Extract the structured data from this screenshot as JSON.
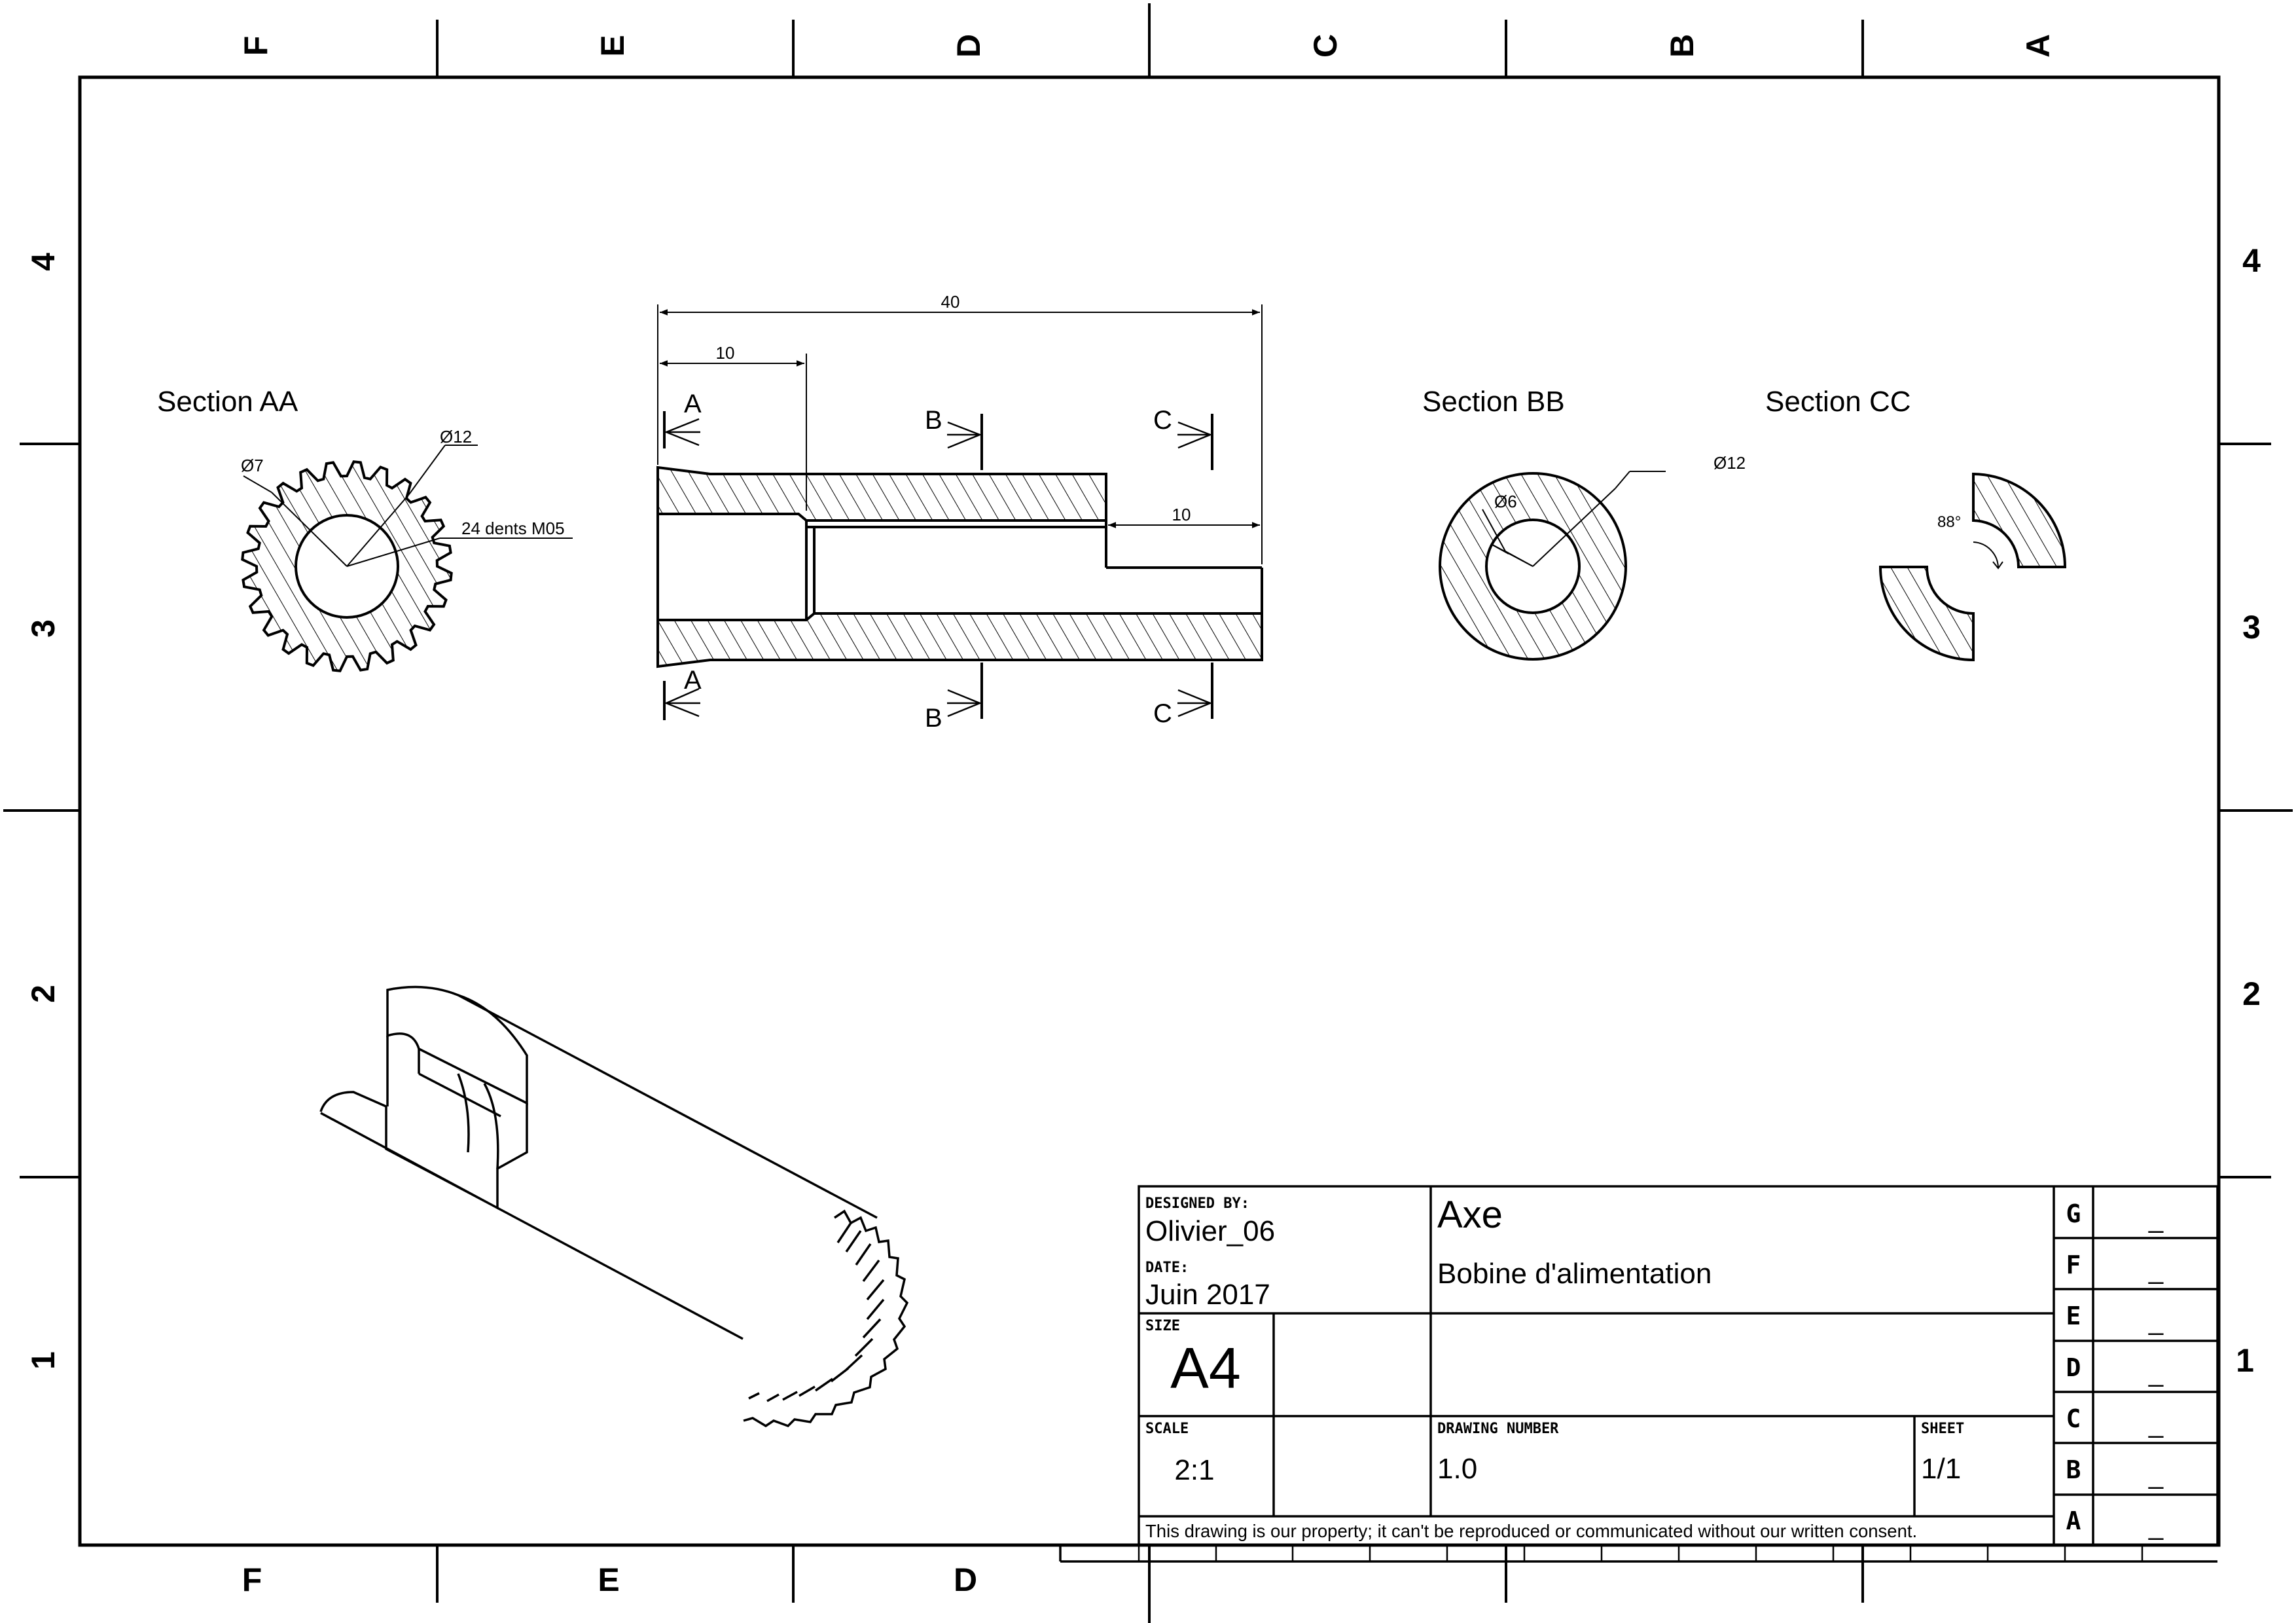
{
  "frame": {
    "zones_letters": [
      "F",
      "E",
      "D",
      "C",
      "B",
      "A"
    ],
    "zones_numbers": [
      "4",
      "3",
      "2",
      "1"
    ]
  },
  "views": {
    "section_aa": {
      "title": "Section AA",
      "dia_outer": "Ø12",
      "dia_inner": "Ø7",
      "teeth": "24 dents M05"
    },
    "section_bb": {
      "title": "Section BB",
      "dia_outer": "Ø12",
      "dia_inner": "Ø6"
    },
    "section_cc": {
      "title": "Section CC",
      "angle": "88°"
    },
    "side": {
      "dim_total": "40",
      "dim_left": "10",
      "dim_right": "10",
      "cut_a": "A",
      "cut_b": "B",
      "cut_c": "C"
    }
  },
  "title_block": {
    "designed_by_label": "DESIGNED BY:",
    "designed_by": "Olivier_06",
    "date_label": "DATE:",
    "date": "Juin 2017",
    "size_label": "SIZE",
    "size": "A4",
    "scale_label": "SCALE",
    "scale": "2:1",
    "title": "Axe",
    "subtitle": "Bobine d'alimentation",
    "drawing_number_label": "DRAWING NUMBER",
    "drawing_number": "1.0",
    "sheet_label": "SHEET",
    "sheet": "1/1",
    "revisions": [
      {
        "letter": "G",
        "value": "_"
      },
      {
        "letter": "F",
        "value": "_"
      },
      {
        "letter": "E",
        "value": "_"
      },
      {
        "letter": "D",
        "value": "_"
      },
      {
        "letter": "C",
        "value": "_"
      },
      {
        "letter": "B",
        "value": "_"
      },
      {
        "letter": "A",
        "value": "_"
      }
    ],
    "notice": "This drawing is our property; it can't be reproduced or communicated without our written consent."
  }
}
